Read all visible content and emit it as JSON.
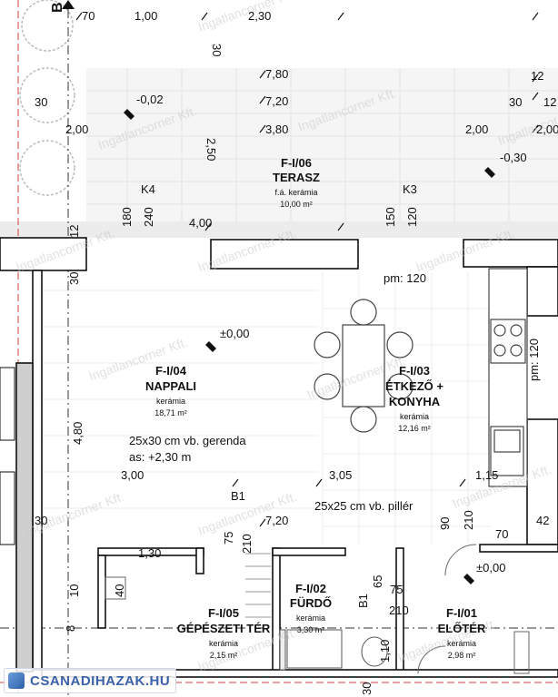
{
  "section_marker": "B",
  "rooms": {
    "terasz": {
      "code": "F-I/06",
      "name": "TERASZ",
      "material": "f.á. kerámia",
      "area": "10,00 m²"
    },
    "nappali": {
      "code": "F-I/04",
      "name": "NAPPALI",
      "material": "kerámia",
      "area": "18,71 m²"
    },
    "etkezo": {
      "code": "F-I/03",
      "name1": "ÉTKEZŐ +",
      "name2": "KONYHA",
      "material": "kerámia",
      "area": "12,16 m²"
    },
    "furdo": {
      "code": "F-I/02",
      "name": "FÜRDŐ",
      "material": "kerámia",
      "area": "3,30 m²"
    },
    "gepeszeti": {
      "code": "F-I/05",
      "name": "GÉPÉSZETI TÉR",
      "material": "kerámia",
      "area": "2,15 m²"
    },
    "eloter": {
      "code": "F-I/01",
      "name": "ELŐTÉR",
      "material": "kerámia",
      "area": "2,98 m²"
    }
  },
  "notes": {
    "beam": "25x30 cm vb. gerenda",
    "beam_height": "as: +2,30 m",
    "pillar": "25x25 cm vb. pillér",
    "pm_top": "pm:  120",
    "pm_right": "pm:  120"
  },
  "levels": {
    "terrace": "-0,02",
    "right": "-0,30",
    "nappali": "±0,00",
    "eloter": "±0,00"
  },
  "dimensions": {
    "d70_top": "70",
    "d100": "1,00",
    "d230": "2,30",
    "d30_vert_top": "30",
    "d780": "7,80",
    "d720_top": "7,20",
    "d380": "3,80",
    "d30_left": "30",
    "d200_left": "2,00",
    "d250": "2,50",
    "d12_right": "12",
    "d30_right": "30",
    "d12_right2": "12",
    "d200_right": "2,00",
    "d200_right2": "2,00",
    "k4": "K4",
    "k3": "K3",
    "d180": "180",
    "d240": "240",
    "d400": "4,00",
    "d150": "150",
    "d120": "120",
    "d12_left": "12",
    "d30_vert_left": "30",
    "d480": "4,80",
    "d300": "3,00",
    "d305": "3,05",
    "d115": "1,15",
    "b1": "B1",
    "d720_mid": "7,20",
    "d75": "75",
    "d210": "210",
    "d30_left2": "30",
    "d130": "1,30",
    "d90": "90",
    "d210_r": "210",
    "d70_r": "70",
    "d42": "42",
    "d40": "40",
    "d10": "10",
    "d8": "8",
    "d65": "65",
    "b1_v": "B1",
    "d75_b": "75",
    "d210_b": "210",
    "d110": "1,10",
    "d30_bottom": "30"
  },
  "watermark": "Ingatlancorner Kft.",
  "logo": "CSANADIHAZAK.HU"
}
